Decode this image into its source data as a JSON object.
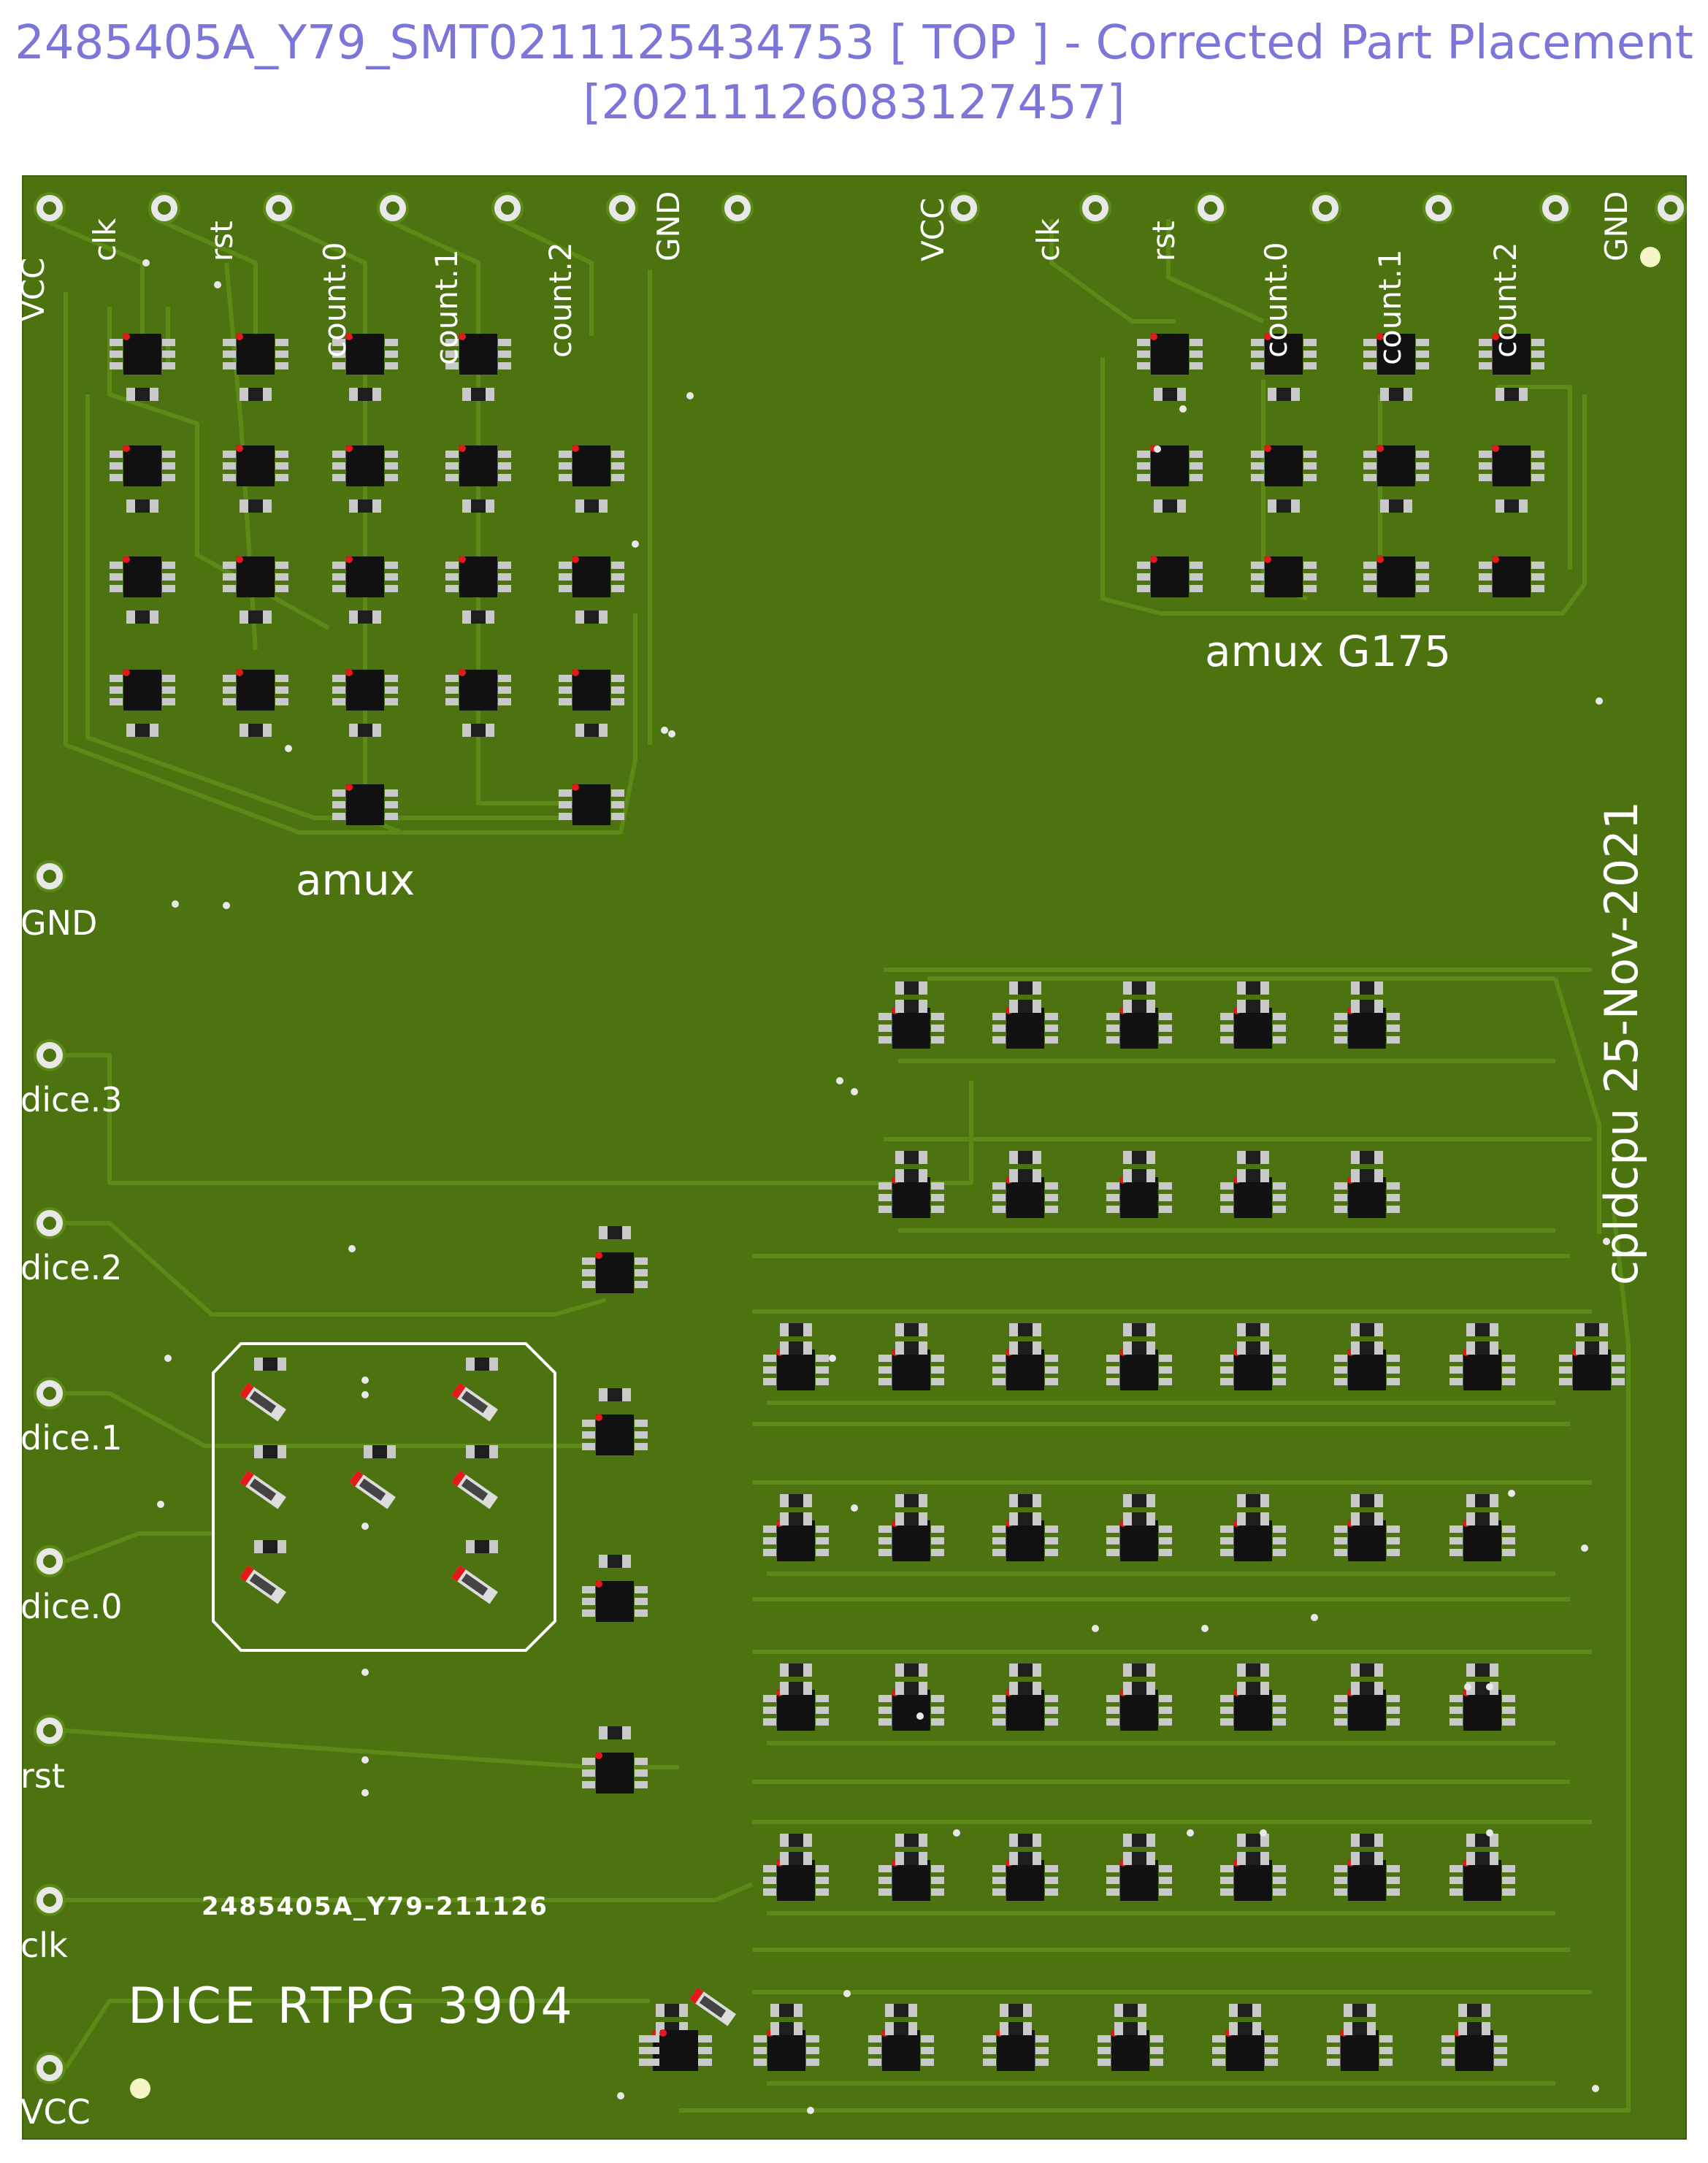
{
  "header": {
    "title_line1": "2485405A_Y79_SMT0211125434753 [ TOP ] - Corrected Part Placement",
    "title_line2": "[20211126083127457]"
  },
  "colors": {
    "title": "#7b76d8",
    "board": "#4c7310",
    "board_dark": "#3d5e0c",
    "trace": "#5b8a17",
    "silk": "#ffffff",
    "pad": "#c9c9c9",
    "ic_body": "#111111",
    "pin1_dot": "#e31a1a"
  },
  "header_left": {
    "labels": [
      "VCC",
      "clk",
      "rst",
      "count.0",
      "count.1",
      "count.2",
      "GND"
    ]
  },
  "header_right": {
    "labels": [
      "VCC",
      "clk",
      "rst",
      "count.0",
      "count.1",
      "count.2",
      "GND"
    ]
  },
  "side_pins": [
    {
      "label": "GND"
    },
    {
      "label": "dice.3"
    },
    {
      "label": "dice.2"
    },
    {
      "label": "dice.1"
    },
    {
      "label": "dice.0"
    },
    {
      "label": "rst"
    },
    {
      "label": "clk"
    },
    {
      "label": "VCC"
    }
  ],
  "silkscreen": {
    "amux_left": "amux",
    "amux_right": "amux G175",
    "vertical": "cpldcpu 25-Nov-2021",
    "board_id": "2485405A_Y79-211126",
    "dice": "DICE RTPG 3904"
  }
}
